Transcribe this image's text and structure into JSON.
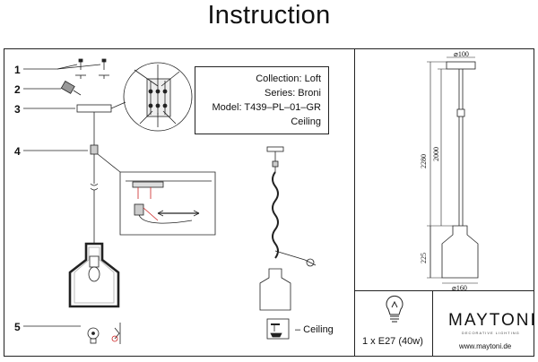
{
  "title": "Instruction",
  "info": {
    "collection": "Collection: Loft",
    "series": "Series: Broni",
    "model": "Model: T439–PL–01–GR",
    "type": "Ceiling"
  },
  "steps": [
    "1",
    "2",
    "3",
    "4",
    "5"
  ],
  "legend": {
    "ceiling_label": "– Ceiling"
  },
  "dimensions": {
    "canopy_diameter": "⌀100",
    "total_height": "2280",
    "cord_length": "2000",
    "shade_height": "225",
    "shade_diameter": "⌀160"
  },
  "bulb": {
    "spec": "1 x E27 (40w)"
  },
  "brand": {
    "name": "MAYTONI",
    "tagline": "DECORATIVE LIGHTING",
    "website": "www.maytoni.de"
  },
  "colors": {
    "line": "#222222",
    "shade_inner": "#bbbbbb",
    "accent_red": "#cc2222"
  }
}
